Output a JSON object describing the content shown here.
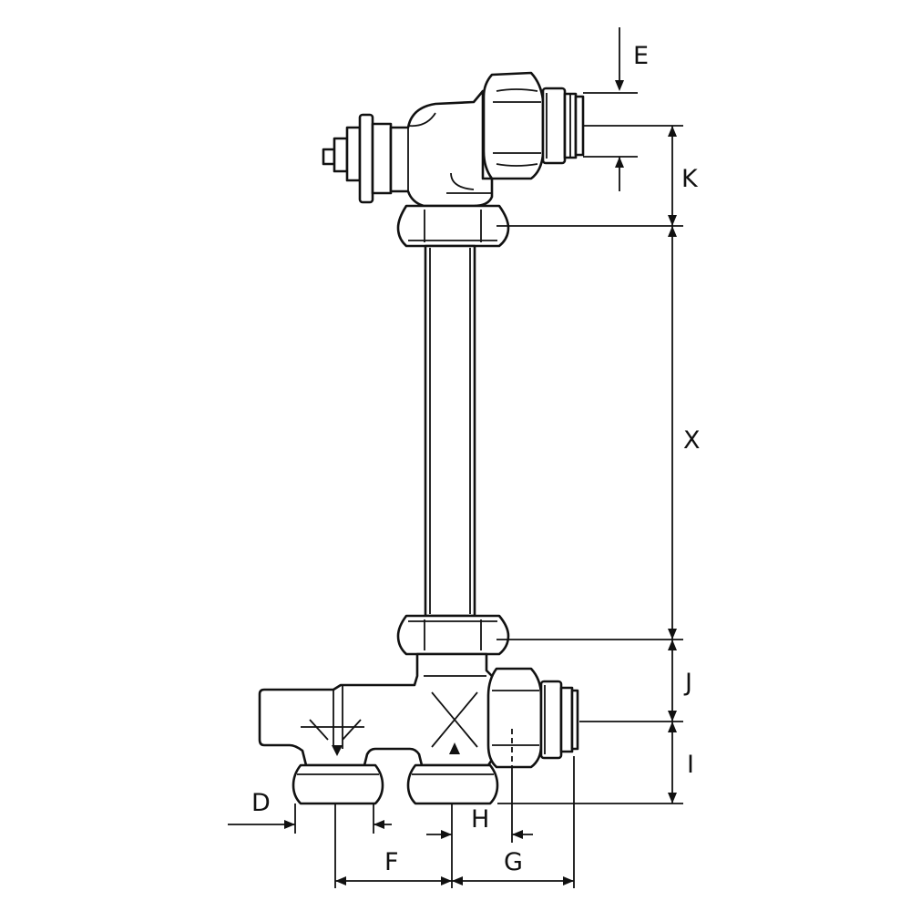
{
  "diagram": {
    "dimension_labels": {
      "e": "E",
      "k": "K",
      "x": "X",
      "j": "J",
      "i": "I",
      "d": "D",
      "h": "H",
      "f": "F",
      "g": "G"
    },
    "flow_marks": {
      "left_outlet": "down",
      "right_outlet": "up"
    }
  }
}
